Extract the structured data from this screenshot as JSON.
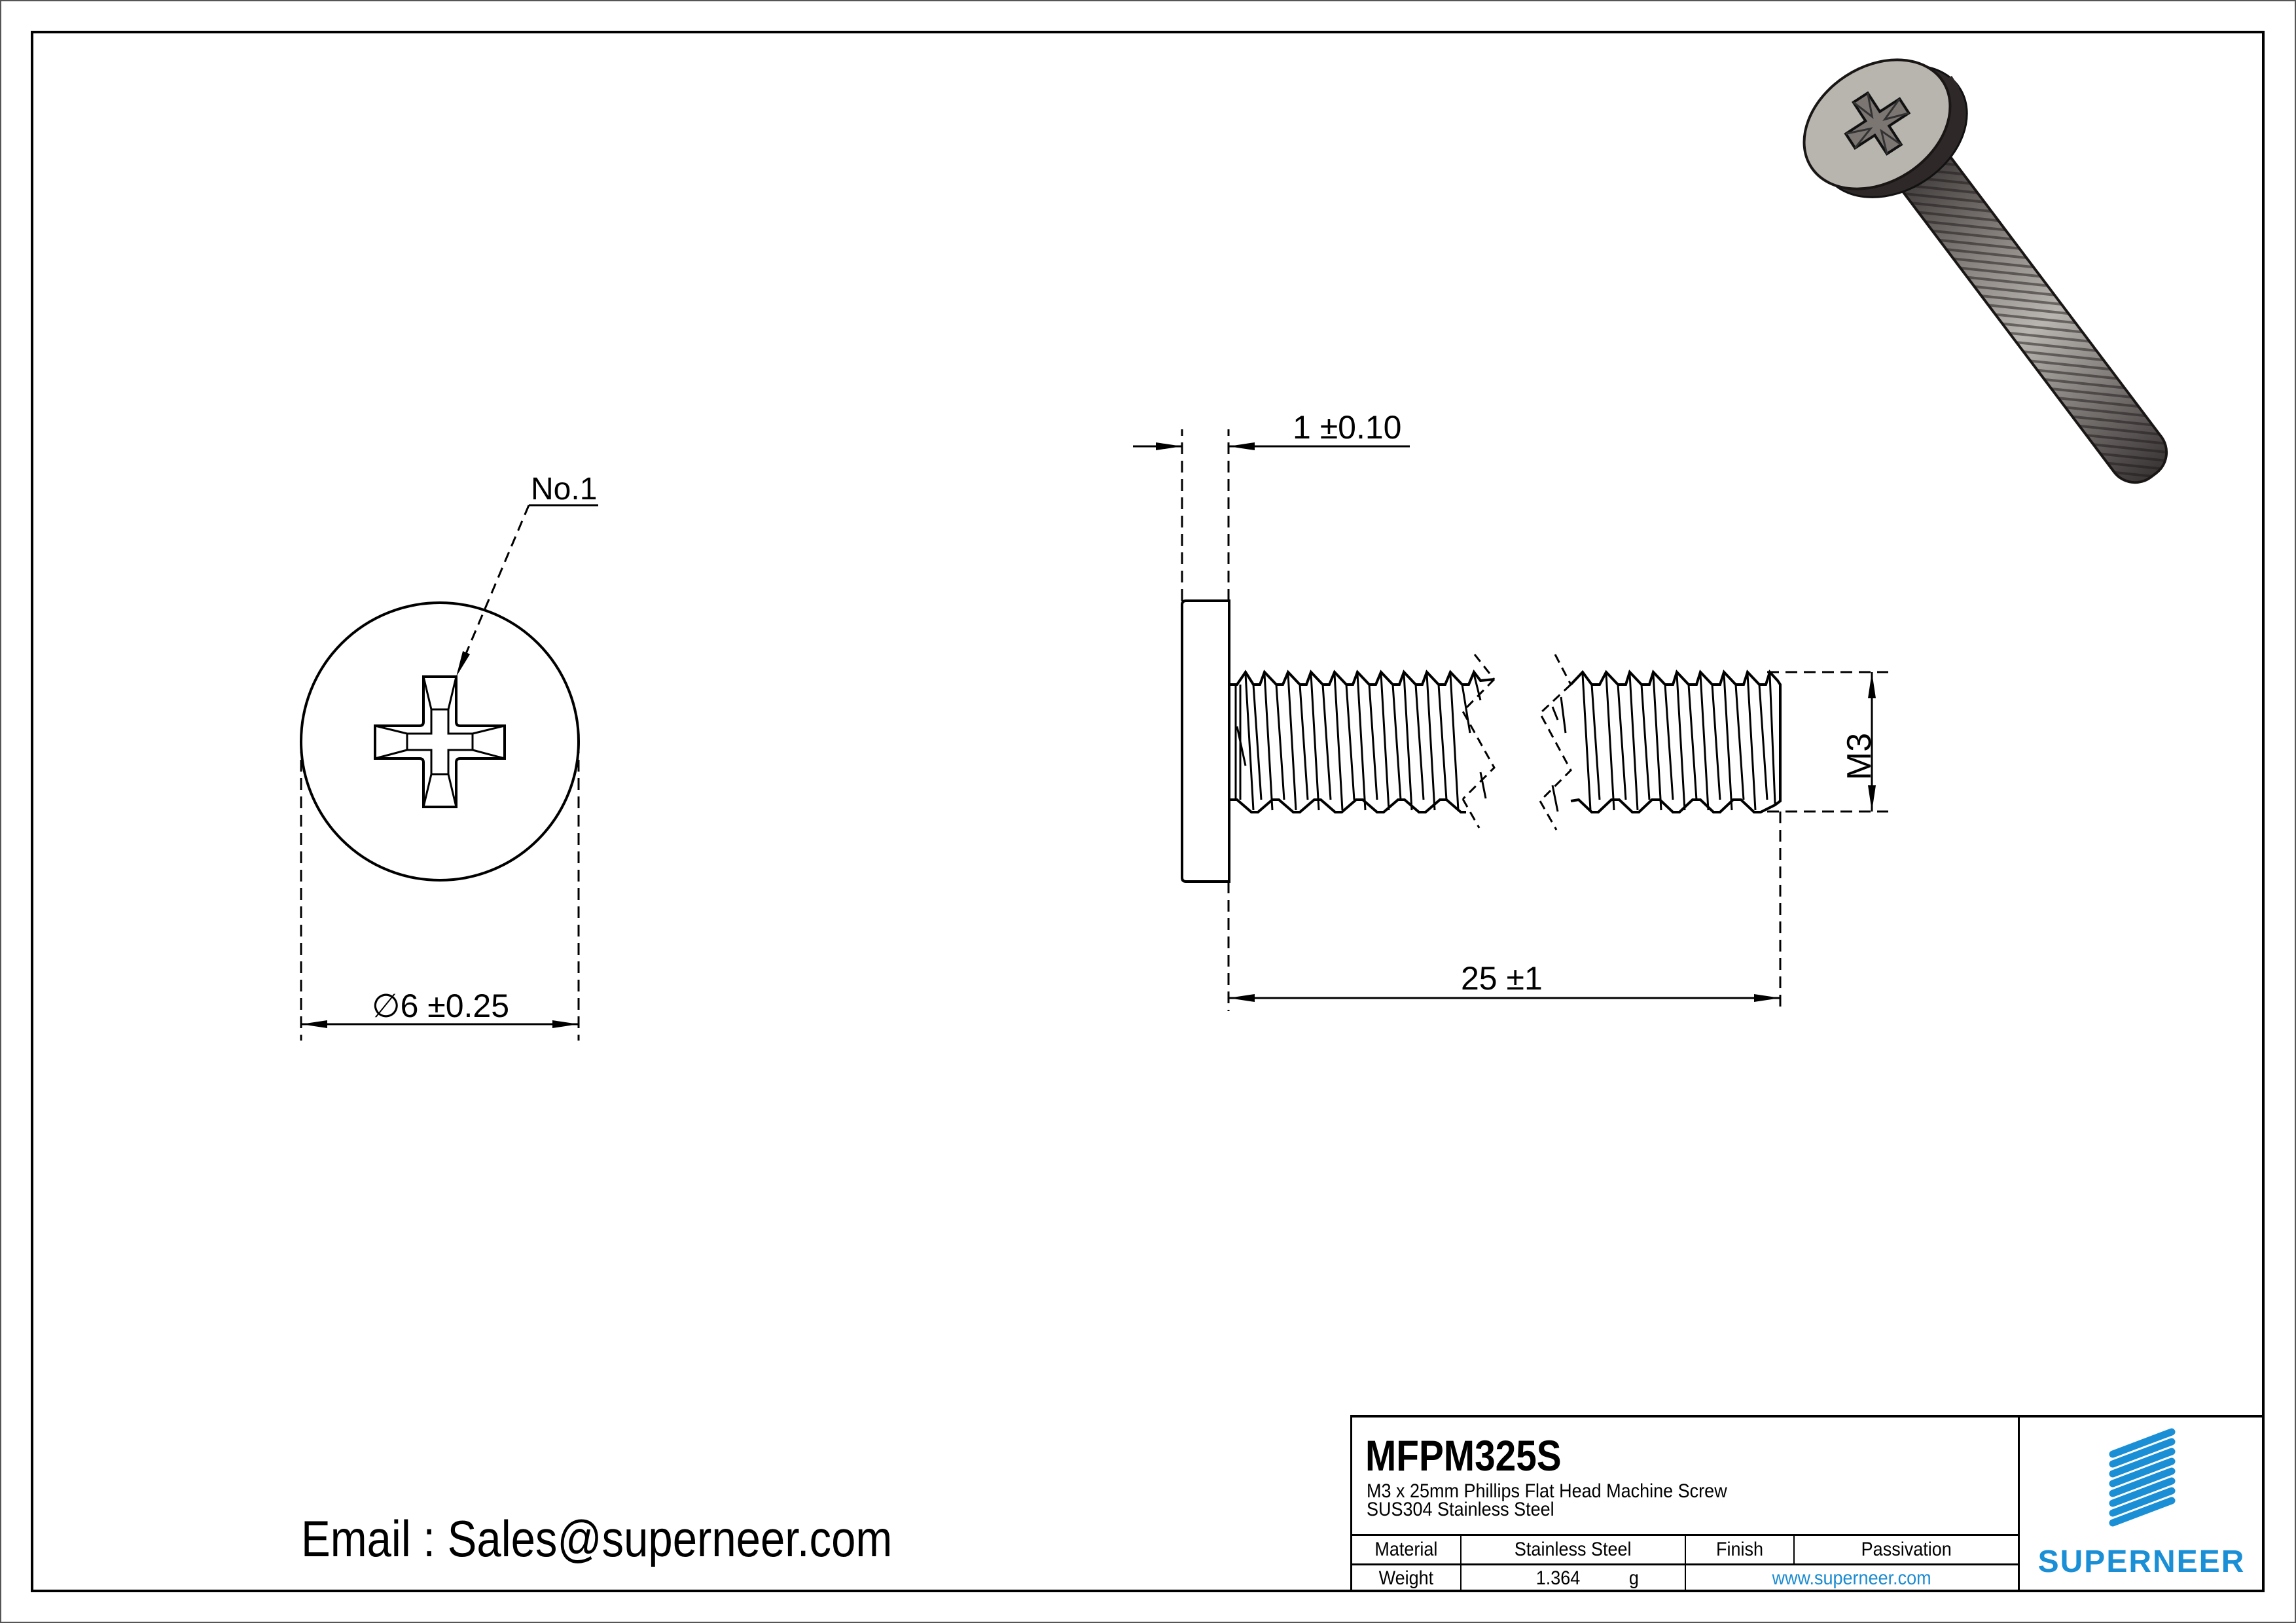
{
  "drawing": {
    "head_view": {
      "leader_label": "No.1",
      "diameter_symbol": "∅",
      "diameter_dim": "6 ±0.25"
    },
    "side_view": {
      "head_thickness_dim": "1 ±0.10",
      "length_dim": "25 ±1",
      "thread_dim": "M3"
    },
    "iso_view": {
      "description": "3D rendered Phillips flat head machine screw"
    }
  },
  "contact": {
    "email_line": "Email : Sales@superneer.com"
  },
  "title_block": {
    "part_number": "MFPM325S",
    "description_line1": "M3 x 25mm Phillips Flat Head Machine Screw",
    "description_line2": "SUS304 Stainless Steel",
    "material_label": "Material",
    "material_value": "Stainless Steel",
    "finish_label": "Finish",
    "finish_value": "Passivation",
    "weight_label": "Weight",
    "weight_value": "1.364",
    "weight_unit": "g",
    "website": "www.superneer.com",
    "logo_text": "SUPERNEER",
    "brand_color": "#1a8fd6"
  }
}
